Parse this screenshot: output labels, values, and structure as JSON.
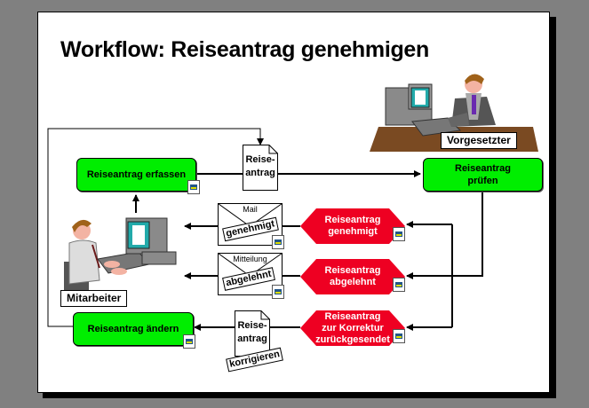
{
  "title": "Workflow: Reiseantrag genehmigen",
  "colors": {
    "function": "#00ee00",
    "event": "#ee0022",
    "background": "#808080",
    "slide": "#ffffff"
  },
  "roles": {
    "supervisor": "Vorgesetzter",
    "employee": "Mitarbeiter"
  },
  "functions": {
    "capture": "Reiseantrag erfassen",
    "review_line1": "Reiseantrag",
    "review_line2": "prüfen",
    "modify": "Reiseantrag ändern"
  },
  "events": {
    "approved_line1": "Reiseantrag",
    "approved_line2": "genehmigt",
    "rejected_line1": "Reiseantrag",
    "rejected_line2": "abgelehnt",
    "returned_line1": "Reiseantrag",
    "returned_line2": "zur Korrektur",
    "returned_line3": "zurückgesendet"
  },
  "documents": {
    "request_line1": "Reise-",
    "request_line2": "antrag",
    "correction_line1": "Reise-",
    "correction_line2": "antrag",
    "correction_stamp": "korrigieren"
  },
  "messages": {
    "mail_label": "Mail",
    "mail_stamp": "genehmigt",
    "notice_label": "Mitteilung",
    "notice_stamp": "abgelehnt"
  },
  "icons": [
    "computer-user-icon",
    "supervisor-at-desk-icon",
    "application-pictogram-icon",
    "envelope-icon",
    "document-icon"
  ]
}
